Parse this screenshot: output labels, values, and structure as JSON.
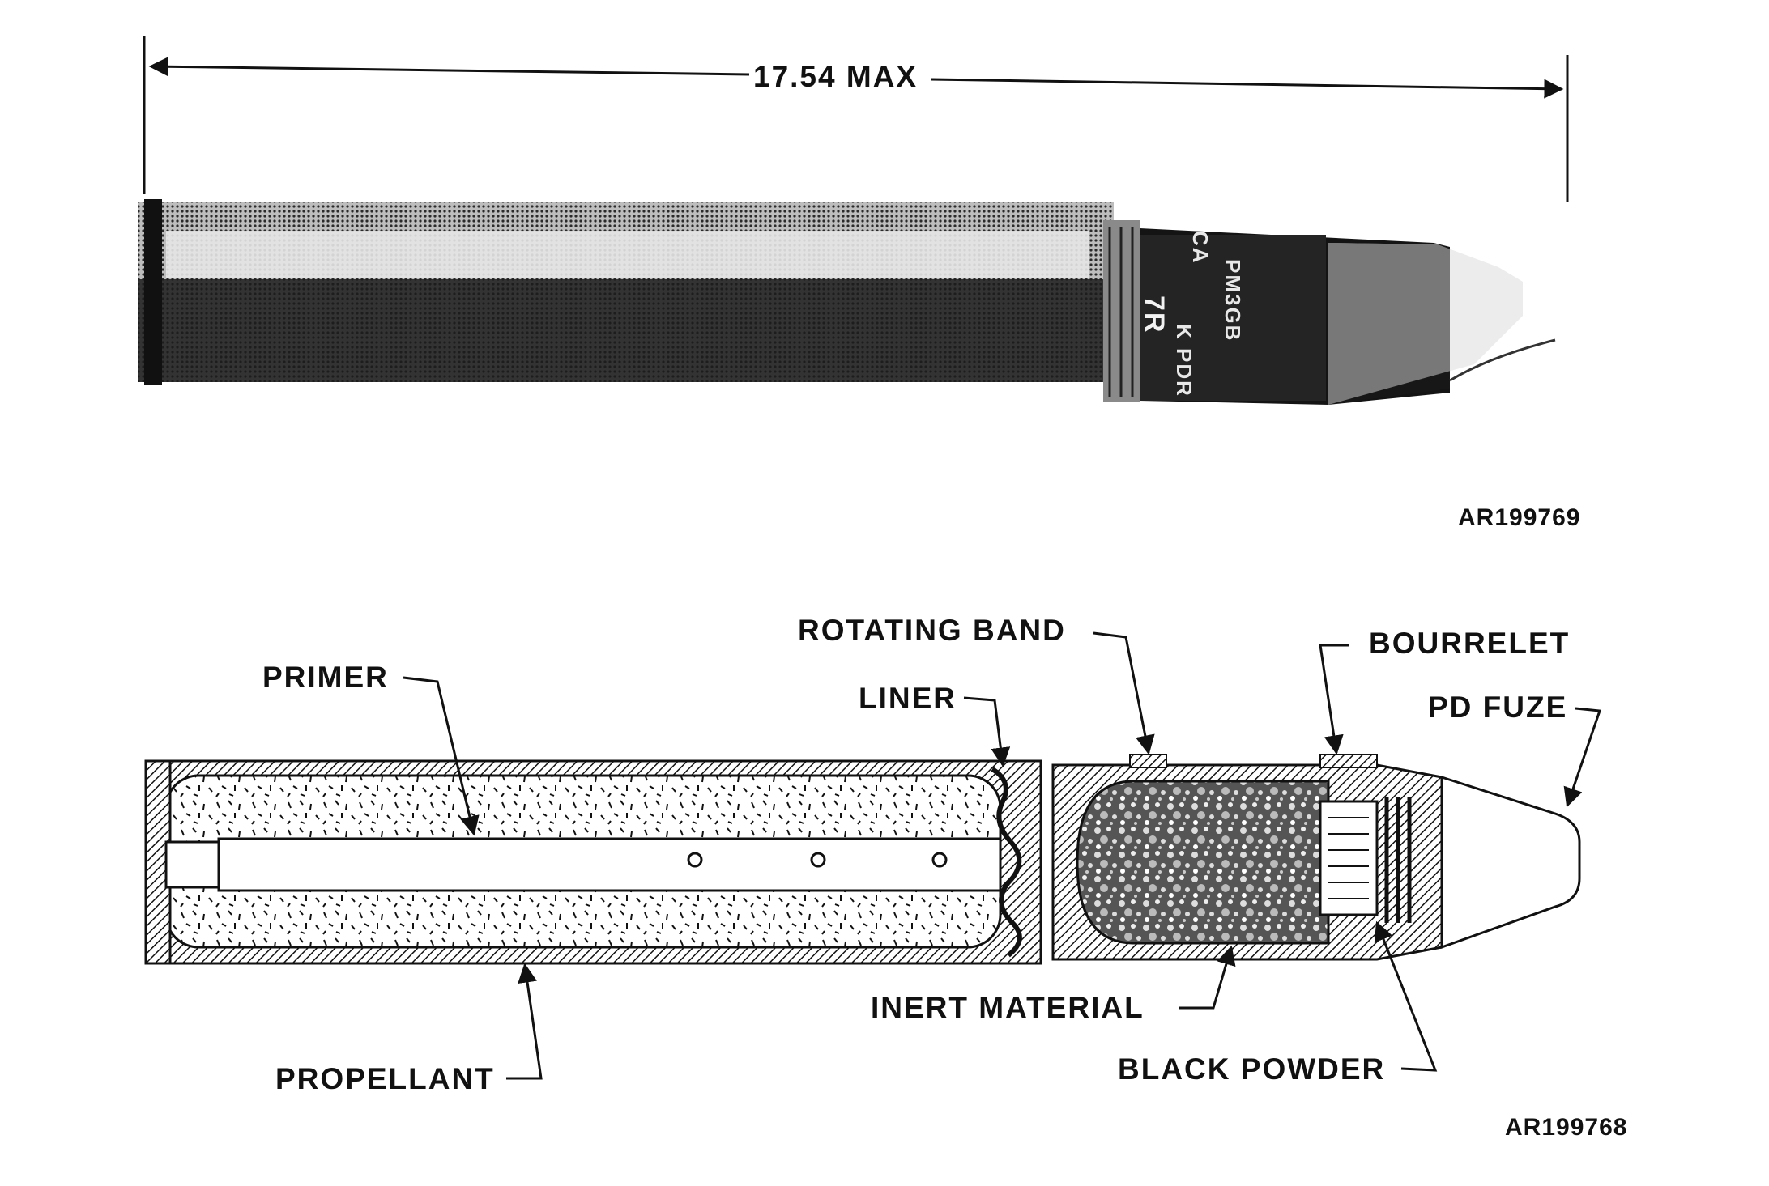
{
  "photo": {
    "dimension_label": "17.54 MAX",
    "markings": [
      "7R",
      "CA",
      "PM3GB",
      "K PDR"
    ],
    "photo_id": "AR199769"
  },
  "cutaway": {
    "labels": {
      "primer": "PRIMER",
      "liner": "LINER",
      "rotating_band": "ROTATING BAND",
      "bourrelet": "BOURRELET",
      "pd_fuze": "PD FUZE",
      "propellant": "PROPELLANT",
      "inert_material": "INERT MATERIAL",
      "black_powder": "BLACK POWDER"
    },
    "drawing_id": "AR199768"
  }
}
